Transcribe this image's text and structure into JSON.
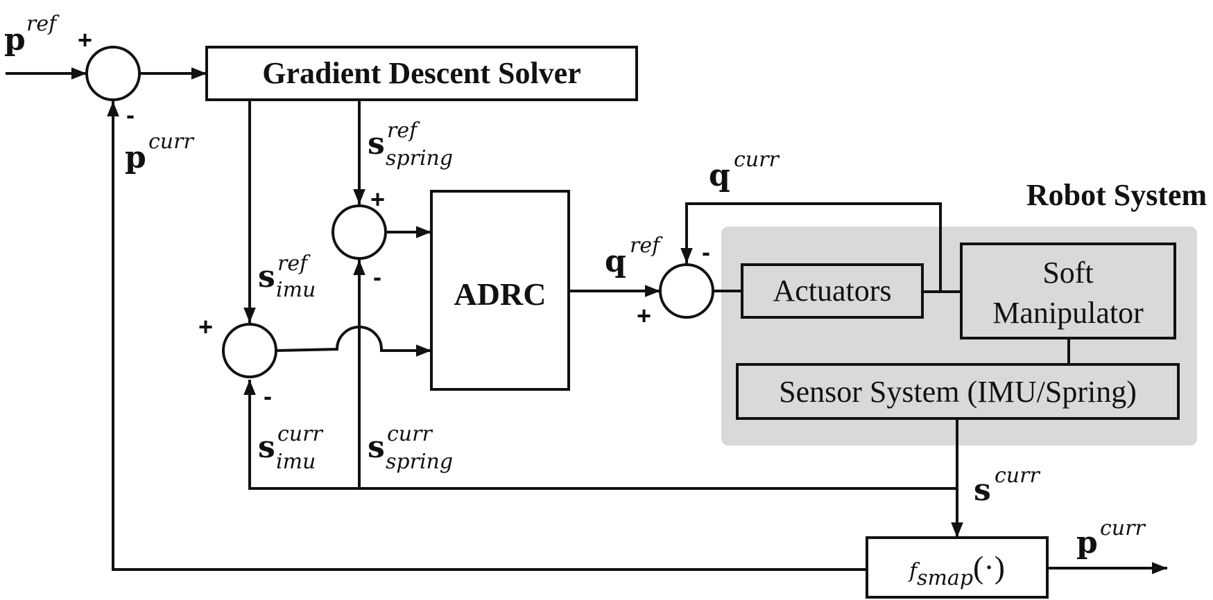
{
  "blocks": {
    "gradient_descent_solver": "Gradient Descent Solver",
    "adrc": "ADRC",
    "actuators": "Actuators",
    "soft_manipulator_line1": "Soft",
    "soft_manipulator_line2": "Manipulator",
    "sensor_system": "Sensor System (IMU/Spring)",
    "robot_system": "Robot System",
    "fsmap_f": "f",
    "fsmap_sub": "smap",
    "fsmap_arg": "(·)"
  },
  "signals": {
    "p_ref": {
      "base": "p",
      "sup": "ref",
      "sub": ""
    },
    "p_curr_feedback": {
      "base": "p",
      "sup": "curr",
      "sub": ""
    },
    "s_spring_ref": {
      "base": "s",
      "sup": "ref",
      "sub": "spring"
    },
    "s_imu_ref": {
      "base": "s",
      "sup": "ref",
      "sub": "imu"
    },
    "q_curr": {
      "base": "q",
      "sup": "curr",
      "sub": ""
    },
    "q_ref": {
      "base": "q",
      "sup": "ref",
      "sub": ""
    },
    "s_imu_curr": {
      "base": "s",
      "sup": "curr",
      "sub": "imu"
    },
    "s_spring_curr": {
      "base": "s",
      "sup": "curr",
      "sub": "spring"
    },
    "s_curr": {
      "base": "s",
      "sup": "curr",
      "sub": ""
    },
    "p_curr_out": {
      "base": "p",
      "sup": "curr",
      "sub": ""
    }
  },
  "signs": {
    "sum1_plus": "+",
    "sum1_minus": "-",
    "sum_spring_plus": "+",
    "sum_spring_minus": "-",
    "sum_imu_plus": "+",
    "sum_imu_minus": "-",
    "sum_q_plus": "+",
    "sum_q_minus": "-"
  },
  "colors": {
    "line": "#111111",
    "robot_system_fill": "#d9d9d9",
    "block_fill": "#ffffff"
  }
}
